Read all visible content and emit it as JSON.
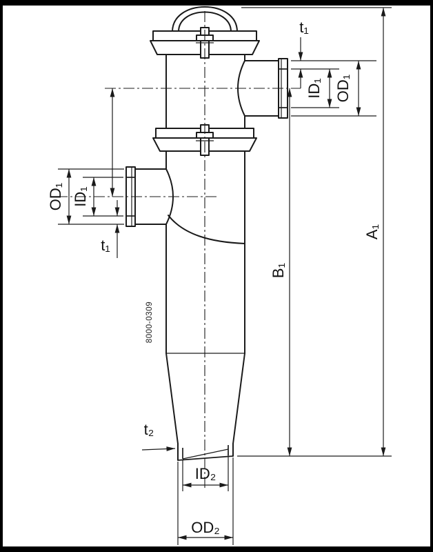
{
  "drawing_number": "8000-0309",
  "labels": {
    "t1_top": "t₁",
    "id1_right": "ID₁",
    "od1_right": "OD₁",
    "a1": "A₁",
    "b1": "B₁",
    "od1_left": "OD₁",
    "id1_left": "ID₁",
    "t1_left": "t₁",
    "t2": "t₂",
    "id2": "ID₂",
    "od2": "OD₂"
  },
  "colors": {
    "line": "#1a1a1a",
    "background": "#ffffff",
    "frame": "#000000"
  }
}
